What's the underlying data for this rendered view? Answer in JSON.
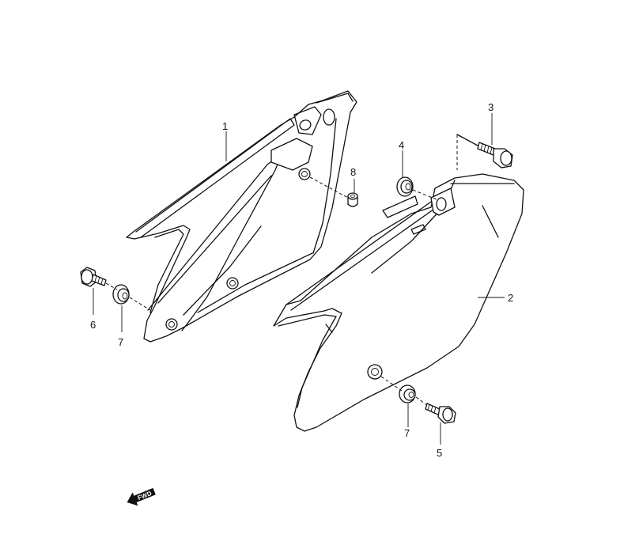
{
  "callouts": {
    "c1": "1",
    "c2": "2",
    "c3": "3",
    "c4": "4",
    "c5": "5",
    "c6": "6",
    "c7a": "7",
    "c7b": "7",
    "c8": "8"
  },
  "fwd_label": "FWD"
}
